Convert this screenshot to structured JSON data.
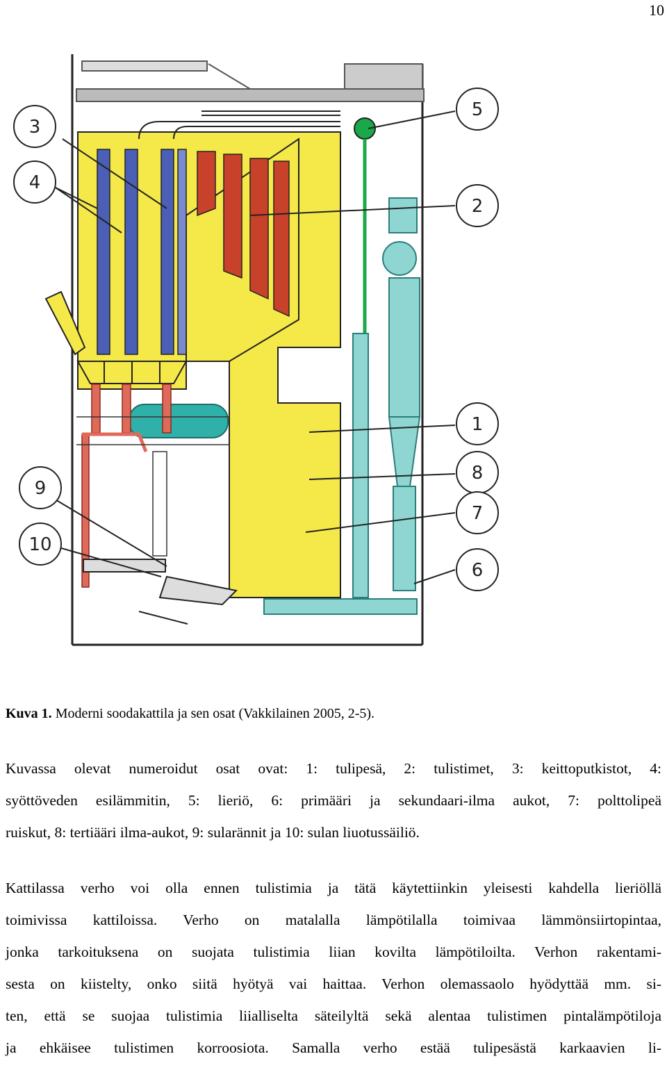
{
  "page_number": "10",
  "figure": {
    "callouts": [
      "1",
      "2",
      "3",
      "4",
      "5",
      "6",
      "7",
      "8",
      "9",
      "10"
    ],
    "colors": {
      "furnace": "#f5e94a",
      "superheater": "#c8412a",
      "economizer": "#4a5fb5",
      "teal_equipment": "#2fb0a8",
      "air_duct": "#8fd6d2",
      "outline": "#222222",
      "support": "#e06a5a"
    }
  },
  "caption": {
    "label": "Kuva 1.",
    "text": " Moderni soodakattila ja sen osat (Vakkilainen 2005, 2-5)."
  },
  "paragraphs": [
    {
      "lines": [
        "Kuvassa olevat numeroidut osat ovat: 1: tulipesä, 2: tulistimet, 3: keittoputkistot, 4:",
        "syöttöveden esilämmitin, 5: lieriö, 6: primääri ja sekundaari-ilma aukot, 7: polttolipeä",
        "ruiskut, 8: tertiääri ilma-aukot, 9: sularännit ja 10: sulan liuotussäiliö."
      ]
    },
    {
      "lines": [
        "Kattilassa verho voi olla ennen tulistimia ja tätä käytettiinkin yleisesti kahdella lieriöllä",
        "toimivissa kattiloissa. Verho on matalalla lämpötilalla toimivaa lämmönsiirtopintaa,",
        "jonka tarkoituksena on suojata tulistimia liian kovilta lämpötiloilta. Verhon rakentami-",
        "sesta on kiistelty, onko siitä hyötyä vai haittaa. Verhon olemassaolo hyödyttää mm. si-",
        "ten, että se suojaa tulistimia liialliselta säteilyltä sekä alentaa tulistimen pintalämpötiloja",
        "ja ehkäisee tulistimen korroosiota. Samalla verho estää tulipesästä karkaavien li-"
      ]
    }
  ]
}
